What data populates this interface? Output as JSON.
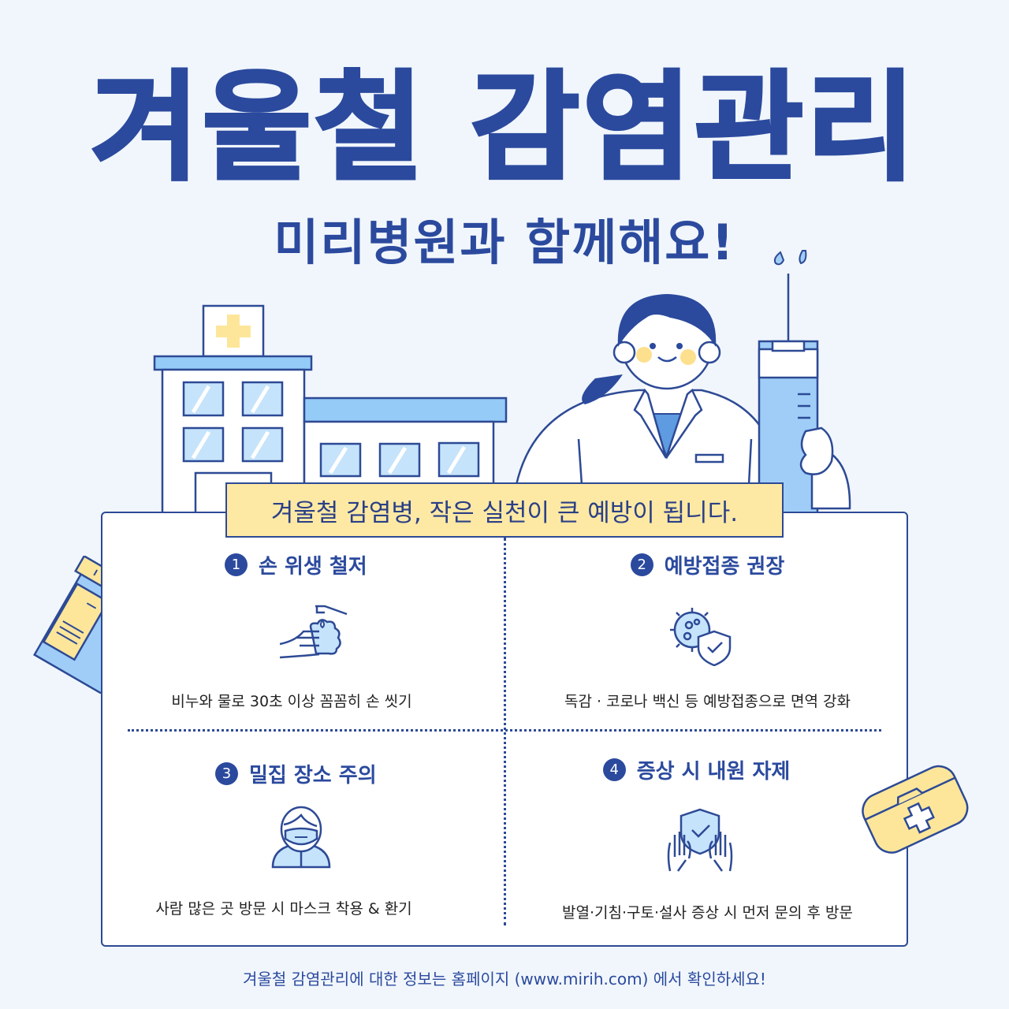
{
  "header": {
    "title": "겨울철 감염관리",
    "subtitle": "미리병원과 함께해요!"
  },
  "banner": {
    "text": "겨울철 감염병, 작은 실천이 큰 예방이 됩니다."
  },
  "tips": [
    {
      "number": "1",
      "title": "손 위생 철저",
      "icon": "handwashing-icon",
      "description": "비누와 물로 30초 이상 꼼꼼히 손 씻기"
    },
    {
      "number": "2",
      "title": "예방접종 권장",
      "icon": "virus-shield-icon",
      "description": "독감 · 코로나 백신 등 예방접종으로 면역 강화"
    },
    {
      "number": "3",
      "title": "밀집 장소 주의",
      "icon": "masked-person-icon",
      "description": "사람 많은 곳 방문 시 마스크 착용 & 환기"
    },
    {
      "number": "4",
      "title": "증상 시 내원 자제",
      "icon": "hands-shield-icon",
      "description": "발열·기침·구토·설사 증상 시 먼저 문의 후 방문"
    }
  ],
  "footer": {
    "text": "겨울철 감염관리에 대한 정보는 홈페이지 (www.mirih.com) 에서 확인하세요!"
  },
  "colors": {
    "background": "#f1f6fc",
    "primary_navy": "#2b4a9e",
    "light_blue": "#9fcdf7",
    "yellow": "#fde9a4",
    "white": "#ffffff"
  }
}
